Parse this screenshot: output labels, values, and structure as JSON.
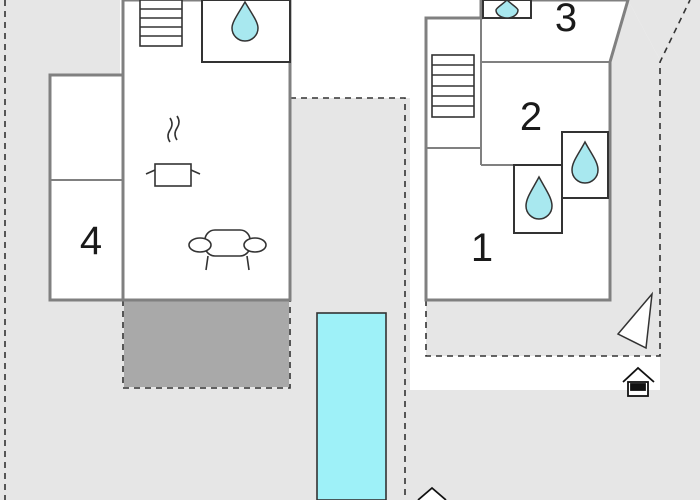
{
  "colors": {
    "background": "#ffffff",
    "outdoor_area": "#e6e6e6",
    "terrace": "#a9a9a9",
    "pool": "#9ef1f8",
    "wall": "#808080",
    "dashed_border": "#333333",
    "water_drop": "#a8e8ef",
    "furniture_stroke": "#333333"
  },
  "rooms": [
    {
      "id": "room-1",
      "label": "1"
    },
    {
      "id": "room-2",
      "label": "2"
    },
    {
      "id": "room-3",
      "label": "3"
    },
    {
      "id": "room-4",
      "label": "4"
    }
  ],
  "icons": [
    "stairs-icon",
    "bathroom-drop-icon",
    "kitchen-pot-icon",
    "armchair-icon",
    "north-arrow-icon",
    "entrance-house-icon",
    "entrance-house-icon"
  ]
}
